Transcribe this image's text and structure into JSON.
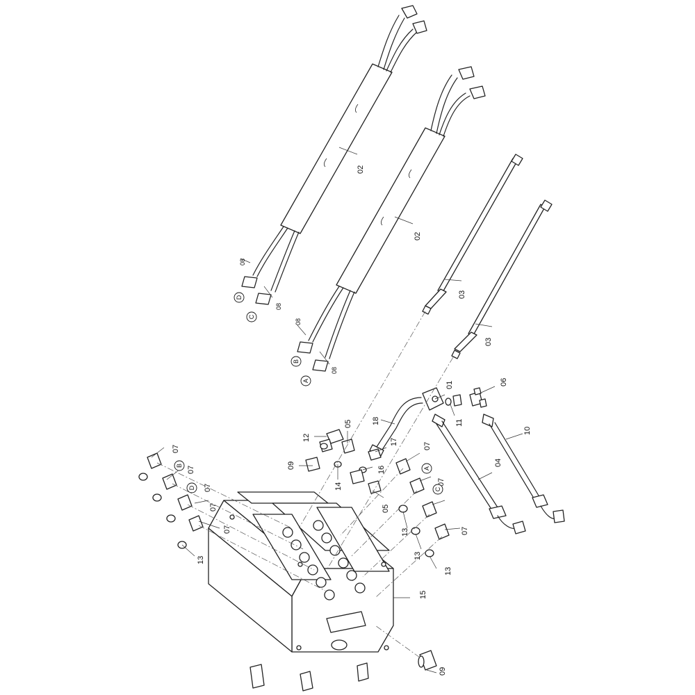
{
  "labels": {
    "l02a": "02",
    "l02b": "02",
    "l03a": "03",
    "l03b": "03",
    "l08a": "08",
    "l08b": "08",
    "l08c": "08",
    "l08d": "08",
    "l01": "01",
    "l06": "06",
    "l11": "11",
    "l10": "10",
    "l04": "04",
    "l18": "18",
    "l17": "17",
    "l16": "16",
    "l14": "14",
    "l12": "12",
    "l05a": "05",
    "l05b": "05",
    "l09a": "09",
    "l09b": "09",
    "l07a": "07",
    "l07b": "07",
    "l07c": "07",
    "l07d": "07",
    "l07e": "07",
    "l07f": "07",
    "l07g": "07",
    "l07h": "07",
    "l13a": "13",
    "l13b": "13",
    "l13c": "13",
    "l13d": "13",
    "l15": "15"
  },
  "markers": {
    "mA1": "A",
    "mB1": "B",
    "mC1": "C",
    "mD1": "D",
    "mA2": "A",
    "mB2": "B",
    "mC2": "C",
    "mD2": "D"
  }
}
